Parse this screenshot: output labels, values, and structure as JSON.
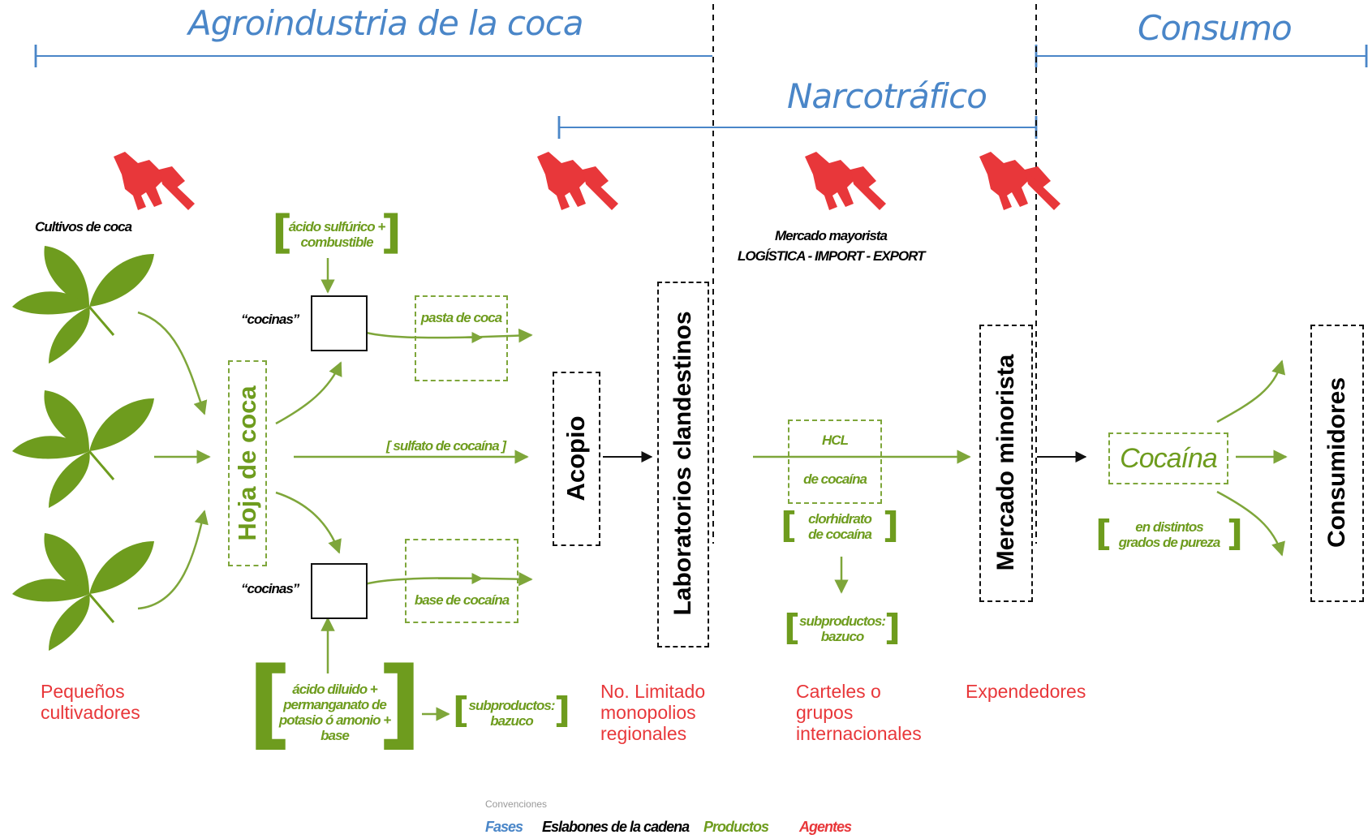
{
  "phases": {
    "agroindustria": "Agroindustria de la coca",
    "consumo": "Consumo",
    "narcotrafico": "Narcotráfico"
  },
  "chain_links": {
    "hoja_de_coca": "Hoja de coca",
    "acopio": "Acopio",
    "laboratorios": "Laboratorios clandestinos",
    "mercado_minorista": "Mercado minorista",
    "consumidores": "Consumidores"
  },
  "labels": {
    "cultivos_de_coca": "Cultivos de coca",
    "cocinas_top": "“cocinas”",
    "cocinas_bottom": "“cocinas”",
    "mercado_mayorista_line1": "Mercado mayorista",
    "mercado_mayorista_line2": "LOGÍSTICA - IMPORT - EXPORT"
  },
  "products": {
    "acido_sulfurico": "ácido sulfúrico +\ncombustible",
    "pasta_de_coca": "pasta de coca",
    "sulfato_de_cocaina": "[ sulfato de cocaína ]",
    "base_de_cocaina": "base de cocaína",
    "acido_diluido": "ácido diluido +\npermanganato de\npotasio ó amonio +\nbase",
    "subproductos_1": "subproductos:\nbazuco",
    "hcl": "HCL",
    "de_cocaina": "de cocaína",
    "clorhidrato": "clorhidrato\nde cocaína",
    "subproductos_2": "subproductos:\nbazuco",
    "cocaina": "Cocaína",
    "grados_de_pureza": "en distintos\ngrados de pureza"
  },
  "agents": {
    "pequenos": "Pequeños\ncultivadores",
    "no_limitado": "No. Limitado\nmonopolios\nregionales",
    "carteles": "Carteles o\ngrupos\ninternacionales",
    "expendedores": "Expendedores"
  },
  "legend": {
    "title": "Convenciones",
    "fases": "Fases",
    "eslabones": "Eslabones de la cadena",
    "productos": "Productos",
    "agentes": "Agentes"
  },
  "icons": {
    "violence": "rifle-icon",
    "crop": "coca-leaf-icon"
  },
  "colors": {
    "phase": "#4a86c8",
    "product": "#6e9c1e",
    "agent": "#e8373a",
    "rifle": "#e8373a",
    "leaf": "#6e9c1e"
  }
}
